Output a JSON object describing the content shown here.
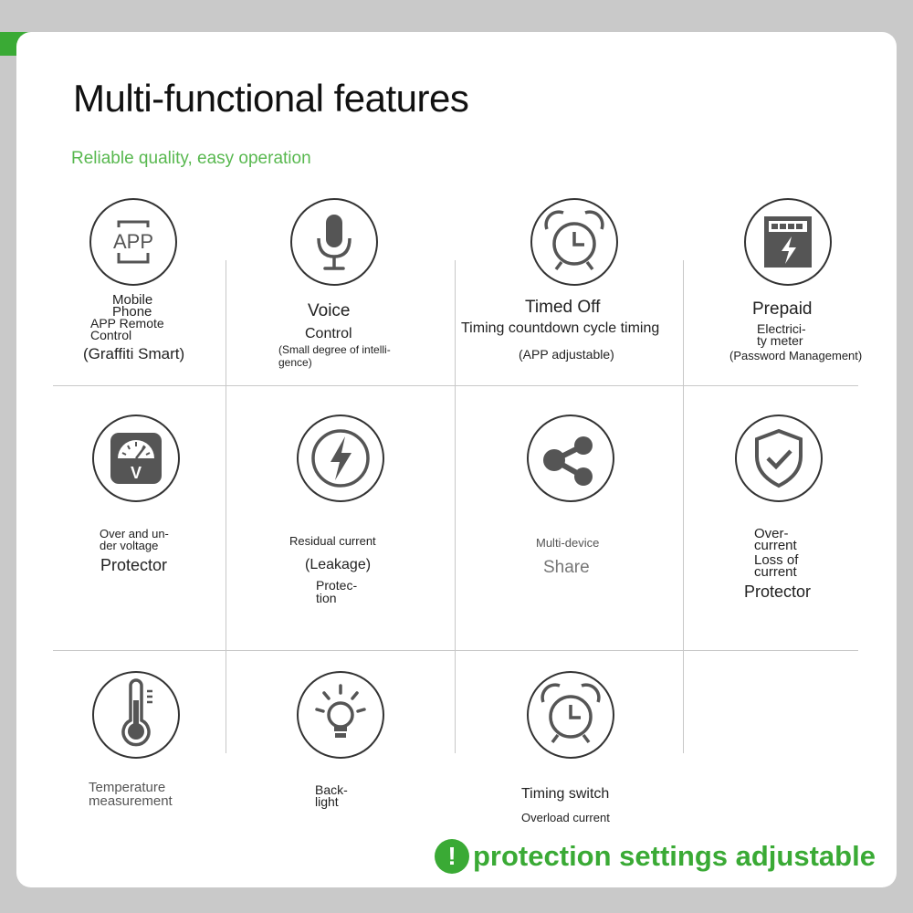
{
  "header": {
    "title": "Multi-functional features",
    "subtitle": "Reliable quality, easy operation"
  },
  "features": {
    "app": {
      "icon": "app-icon",
      "icon_text": "APP",
      "line1": "Mobile",
      "line2": "Phone",
      "line3": "APP Remote",
      "line4": "Control",
      "line5": "(Graffiti Smart)"
    },
    "voice": {
      "icon": "microphone-icon",
      "line1": "Voice",
      "line2": "Control",
      "line3": "(Small degree of intelli-",
      "line4": "gence)"
    },
    "timed_off": {
      "icon": "alarm-clock-icon",
      "line1": "Timed Off",
      "line2": "Timing countdown cycle timing",
      "line3": "(APP adjustable)"
    },
    "prepaid": {
      "icon": "electric-meter-icon",
      "line1": "Prepaid",
      "line2": "Electrici-",
      "line3": "ty meter",
      "line4": "(Password Management)"
    },
    "voltage": {
      "icon": "voltmeter-icon",
      "icon_text": "V",
      "line1": "Over and un-",
      "line2": "der voltage",
      "line3": "Protector"
    },
    "residual": {
      "icon": "lightning-icon",
      "line1": "Residual current",
      "line2": "(Leakage)",
      "line3": "Protec-",
      "line4": "tion"
    },
    "share": {
      "icon": "share-icon",
      "line1": "Multi-device",
      "line2": "Share"
    },
    "overcurrent": {
      "icon": "shield-check-icon",
      "line1": "Over-",
      "line2": "current",
      "line3": "Loss of",
      "line4": "current",
      "line5": "Protector"
    },
    "temperature": {
      "icon": "thermometer-icon",
      "line1": "Temperature",
      "line2": "measurement"
    },
    "backlight": {
      "icon": "light-bulb-icon",
      "line1": "Back-",
      "line2": "light"
    },
    "timing_switch": {
      "icon": "alarm-clock-icon",
      "line1": "Timing switch",
      "line2": "Overload current"
    }
  },
  "banner": {
    "icon": "exclamation-icon",
    "mark": "!",
    "text": "protection settings adjustable"
  },
  "colors": {
    "accent": "#3aaa35",
    "background": "#c9c9c9",
    "card": "#ffffff",
    "icon_gray": "#555555"
  }
}
